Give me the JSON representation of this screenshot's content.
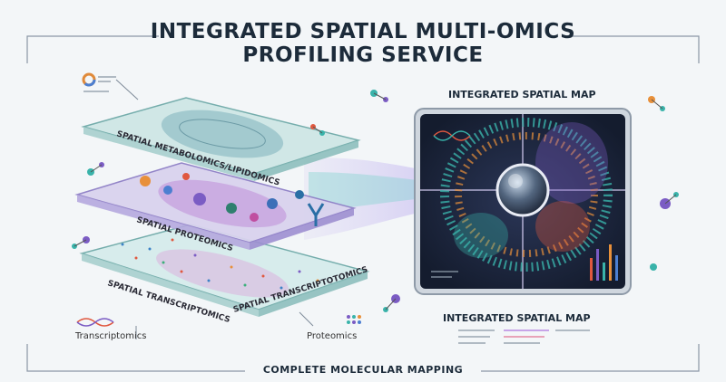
{
  "title": {
    "line1": "INTEGRATED SPATIAL MULTI-OMICS",
    "line2": "PROFILING SERVICE"
  },
  "layers": {
    "metabolomics": "SPATIAL METABOLOMICS/LIPIDOMICS",
    "proteomics": "SPATIAL PROTEOMICS",
    "transcriptomics_left": "SPATIAL TRANSCRIPTOMICS",
    "transcriptomics_right": "SPATIAL TRANSCRIPTOTOMICS"
  },
  "map": {
    "label_top": "INTEGRATED SPATIAL MAP",
    "label_bottom": "INTEGRATED SPATIAL MAP"
  },
  "legend": {
    "left": "Transcriptomics",
    "right": "Proteomics"
  },
  "footer": "COMPLETE MOLECULAR MAPPING",
  "colors": {
    "title": "#1c2b3a",
    "layer_top": "#cfe7e6",
    "layer_mid": "#d9d3ee",
    "layer_bottom": "#d6ecec",
    "map_bg": "#141c2e",
    "accent_purple": "#7b5cc4",
    "accent_teal": "#39b3aa",
    "accent_orange": "#e8903a"
  }
}
